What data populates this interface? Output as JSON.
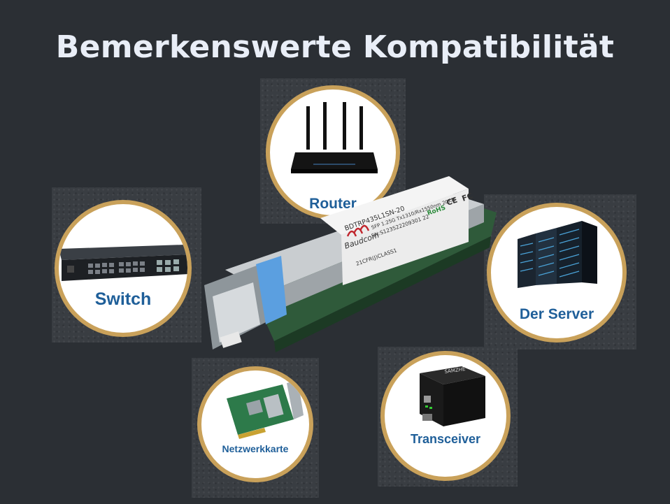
{
  "title": "Bemerkenswerte Kompatibilität",
  "colors": {
    "background": "#2b2f34",
    "circle_border": "#c9a15a",
    "label": "#1f5f99",
    "title": "#e9eef7"
  },
  "devices": {
    "router": {
      "label": "Router",
      "icon": "router-icon"
    },
    "switch": {
      "label": "Switch",
      "icon": "switch-icon"
    },
    "server": {
      "label": "Der Server",
      "icon": "server-rack-icon"
    },
    "nic": {
      "label": "Netzwerkkarte",
      "icon": "network-card-icon"
    },
    "transceiver": {
      "label": "Transceiver",
      "icon": "media-converter-icon",
      "brand": "SAMZHE"
    }
  },
  "sfp_module": {
    "brand": "Baudcom",
    "model": "BDTRP435L1SN-20",
    "spec": "SFP 1.25G Tx1310/Rx1550nm 20KM",
    "serial": "SN:S123522209301 22",
    "class": "21CFR(J)CLASS1",
    "marks": [
      "CE",
      "FC",
      "RoHS"
    ]
  }
}
